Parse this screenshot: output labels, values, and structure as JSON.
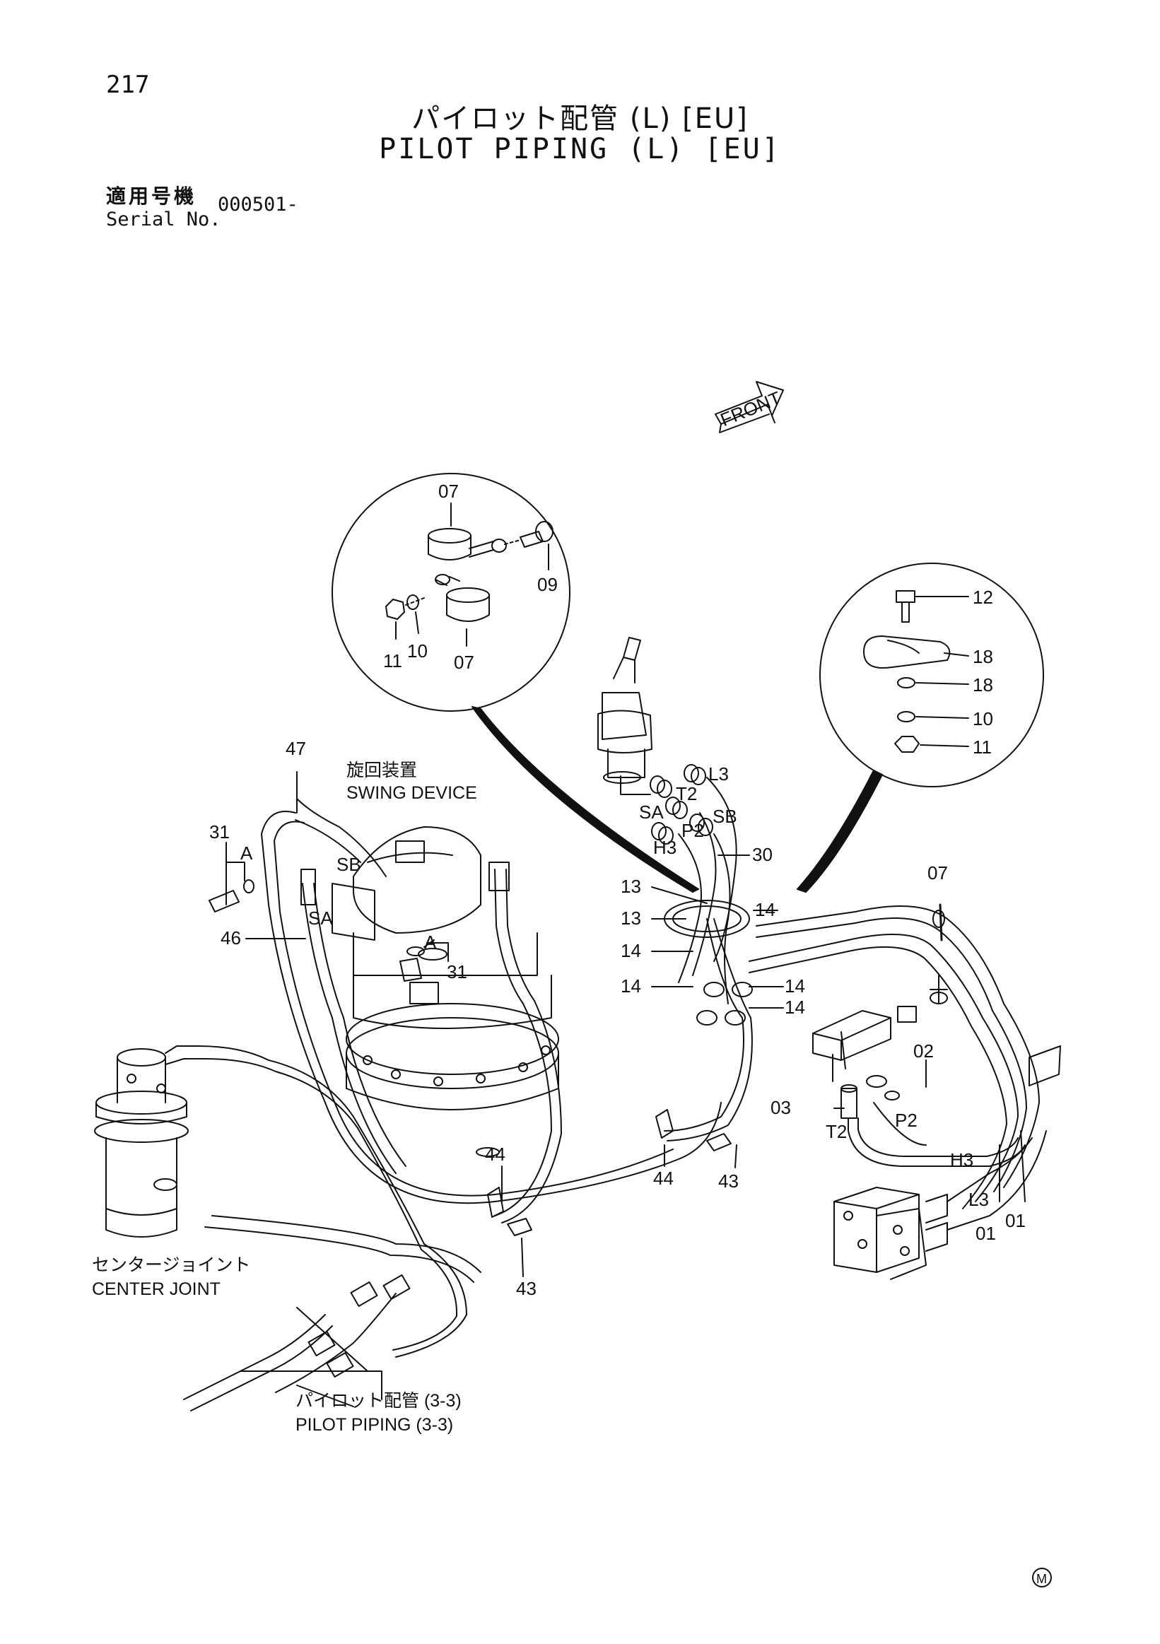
{
  "header": {
    "page_number": "217",
    "title_ja": "パイロット配管 (L) [EU]",
    "title_en": "PILOT PIPING (L) [EU]",
    "serial_label_ja": "適用号機",
    "serial_label_en": "Serial No.",
    "serial_value": "000501-"
  },
  "captions": {
    "swing_device_ja": "旋回装置",
    "swing_device_en": "SWING DEVICE",
    "center_joint_ja": "センタージョイント",
    "center_joint_en": "CENTER JOINT",
    "pilot_piping_ja": "パイロット配管 (3-3)",
    "pilot_piping_en": "PILOT PIPING (3-3)",
    "front": "FRONT",
    "view_a": "A",
    "m_mark": "M"
  },
  "part_callouts": {
    "p07": "07",
    "p09": "09",
    "p10": "10",
    "p11": "11",
    "p12": "12",
    "p18": "18",
    "p47": "47",
    "p31": "31",
    "p46": "46",
    "p13": "13",
    "p14": "14",
    "p30": "30",
    "p02": "02",
    "p03": "03",
    "p01": "01",
    "p44": "44",
    "p43": "43"
  },
  "port_labels": {
    "L3": "L3",
    "T2": "T2",
    "SA": "SA",
    "SB": "SB",
    "P2": "P2",
    "H3": "H3"
  }
}
